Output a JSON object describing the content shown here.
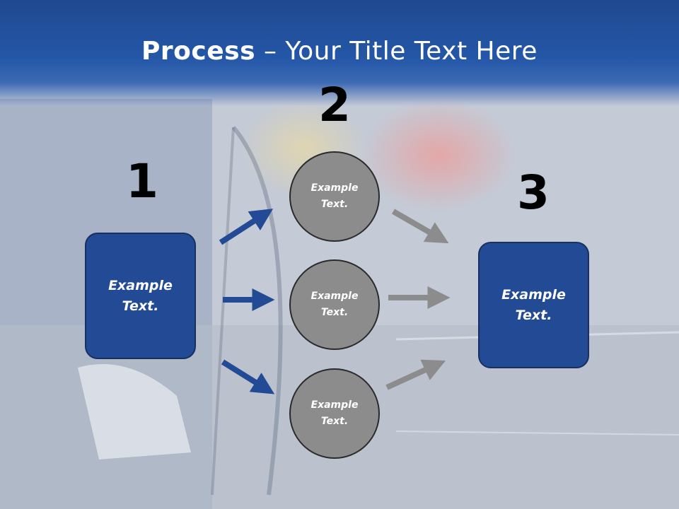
{
  "title": {
    "bold": "Process",
    "rest": " – Your Title Text Here"
  },
  "steps": {
    "one": "1",
    "two": "2",
    "three": "3"
  },
  "left_box": {
    "line1": "Example",
    "line2": "Text."
  },
  "right_box": {
    "line1": "Example",
    "line2": "Text."
  },
  "circles": [
    {
      "line1": "Example",
      "line2": "Text."
    },
    {
      "line1": "Example",
      "line2": "Text."
    },
    {
      "line1": "Example",
      "line2": "Text."
    }
  ],
  "colors": {
    "box": "#234a94",
    "arrow_blue": "#234a94",
    "arrow_gray": "#8c8c8c",
    "circle": "#8c8c8c",
    "title_bar": "#2457a8"
  }
}
